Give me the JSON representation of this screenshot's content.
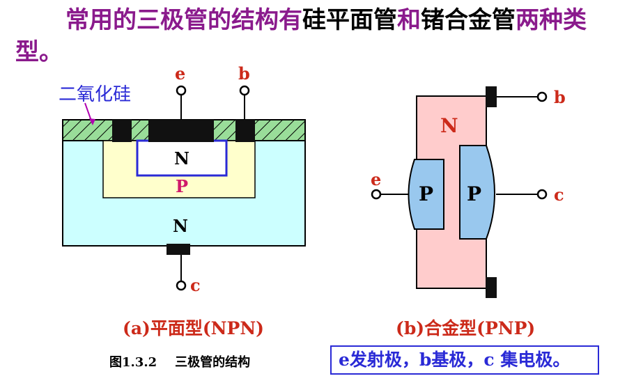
{
  "title": {
    "part1": "常用的三极管的结构有",
    "part2": "硅平面管",
    "part3": "和",
    "part4": "锗合金管",
    "part5": "两种类",
    "part6": "型。"
  },
  "diagram_a": {
    "oxide_label": "二氧化硅",
    "terminal_e": "e",
    "terminal_b": "b",
    "terminal_c": "c",
    "region_emitter": "N",
    "region_base": "P",
    "region_collector": "N",
    "caption": "(a)平面型(NPN)"
  },
  "diagram_b": {
    "terminal_b": "b",
    "terminal_e": "e",
    "terminal_c": "c",
    "region_base": "N",
    "region_emitter": "P",
    "region_collector": "P",
    "caption": "(b)合金型(PNP)"
  },
  "figure_caption": {
    "number": "图1.3.2",
    "text": "三极管的结构"
  },
  "legend": "e发射极，b基极，c 集电极。",
  "colors": {
    "title_purple": "#8a1a8c",
    "label_red": "#cc2a1a",
    "substrate_cyan": "#ccffff",
    "base_yellow": "#ffffcc",
    "oxide_green": "#99dd99",
    "alloy_pink": "#ffcccc",
    "alloy_blue": "#99c8ee",
    "outline_blue": "#2a2ad6"
  }
}
